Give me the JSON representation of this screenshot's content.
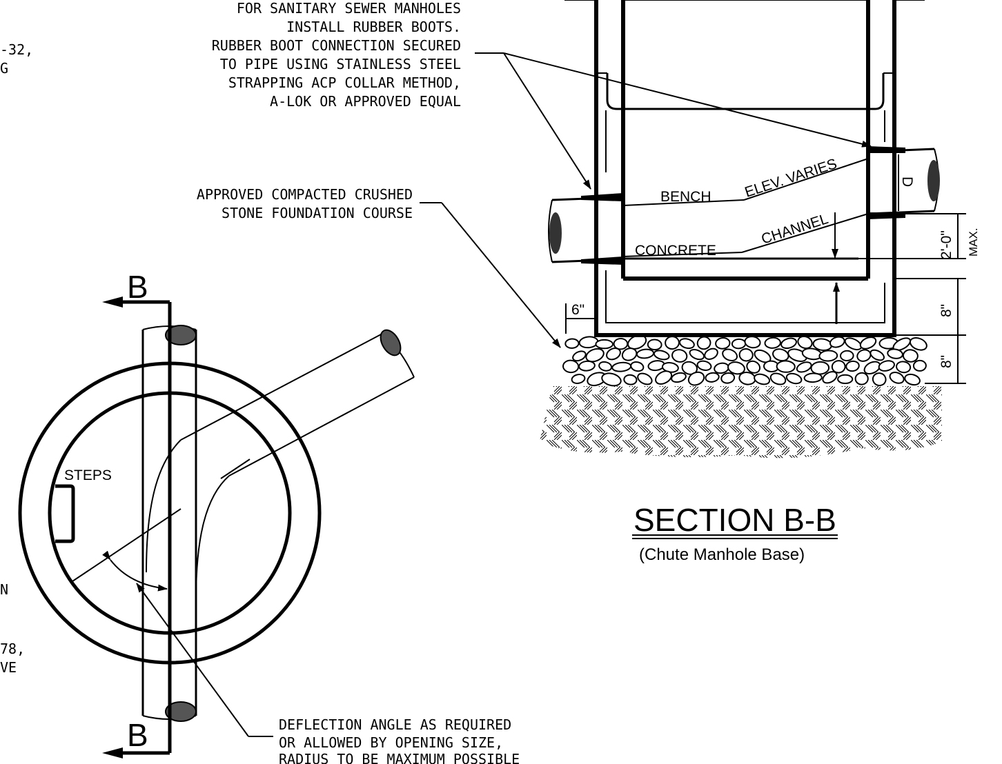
{
  "edge_notes": {
    "left_top_1": "-32,",
    "left_top_2": "G",
    "left_mid": "N",
    "left_low_1": "78,",
    "left_low_2": "VE"
  },
  "notes": {
    "rubber_boot": [
      "FOR SANITARY SEWER MANHOLES",
      "INSTALL RUBBER BOOTS.",
      "RUBBER BOOT CONNECTION SECURED",
      "TO PIPE USING STAINLESS STEEL",
      "STRAPPING ACP COLLAR METHOD,",
      "A-LOK OR APPROVED EQUAL"
    ],
    "foundation": [
      "APPROVED COMPACTED CRUSHED",
      "STONE FOUNDATION COURSE"
    ],
    "deflection": [
      "DEFLECTION ANGLE AS REQUIRED",
      "OR ALLOWED BY OPENING SIZE,",
      "RADIUS TO BE MAXIMUM POSSIBLE"
    ]
  },
  "plan_view": {
    "section_mark_top": "B",
    "section_mark_bottom": "B",
    "steps_label": "STEPS"
  },
  "section_view": {
    "bench_label": "BENCH",
    "elev_label": "ELEV. VARIES",
    "concrete_label": "CONCRETE",
    "channel_label": "CHANNEL",
    "pipe_dim": "D",
    "dim_6in": "6\"",
    "dim_max_depth": "2'-0\"",
    "dim_max_word": "MAX.",
    "dim_slab": "8\"",
    "dim_stone": "8\"",
    "title": "SECTION B-B",
    "subtitle": "(Chute Manhole Base)"
  }
}
